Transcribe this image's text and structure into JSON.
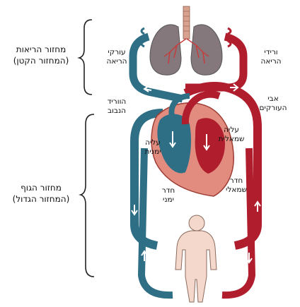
{
  "colors": {
    "artery": "#b01e2e",
    "vein": "#2e6f86",
    "heart": "#e28c80",
    "lung": "#85787c",
    "body": "#f4d8cb",
    "bracket": "#222222"
  },
  "labels": {
    "pulmonary_circulation": [
      "מחזור הריאות",
      "(המחזור הקטן)"
    ],
    "systemic_circulation": [
      "מחזור הגוף",
      "(המחזור הגדול)"
    ],
    "pulmonary_arteries": [
      "עורקי",
      "הריאה"
    ],
    "pulmonary_veins": [
      "ורידי",
      "הריאה"
    ],
    "vena_cava": [
      "הווריד",
      "הנבוב"
    ],
    "aorta": [
      "אבי",
      "העורקים"
    ],
    "left_atrium": [
      "עליה",
      "שמאלית"
    ],
    "right_atrium": [
      "עליה",
      "ימנית"
    ],
    "right_ventricle": [
      "חדר",
      "ימני"
    ],
    "left_ventricle": [
      "חדר",
      "שמאלי"
    ]
  }
}
